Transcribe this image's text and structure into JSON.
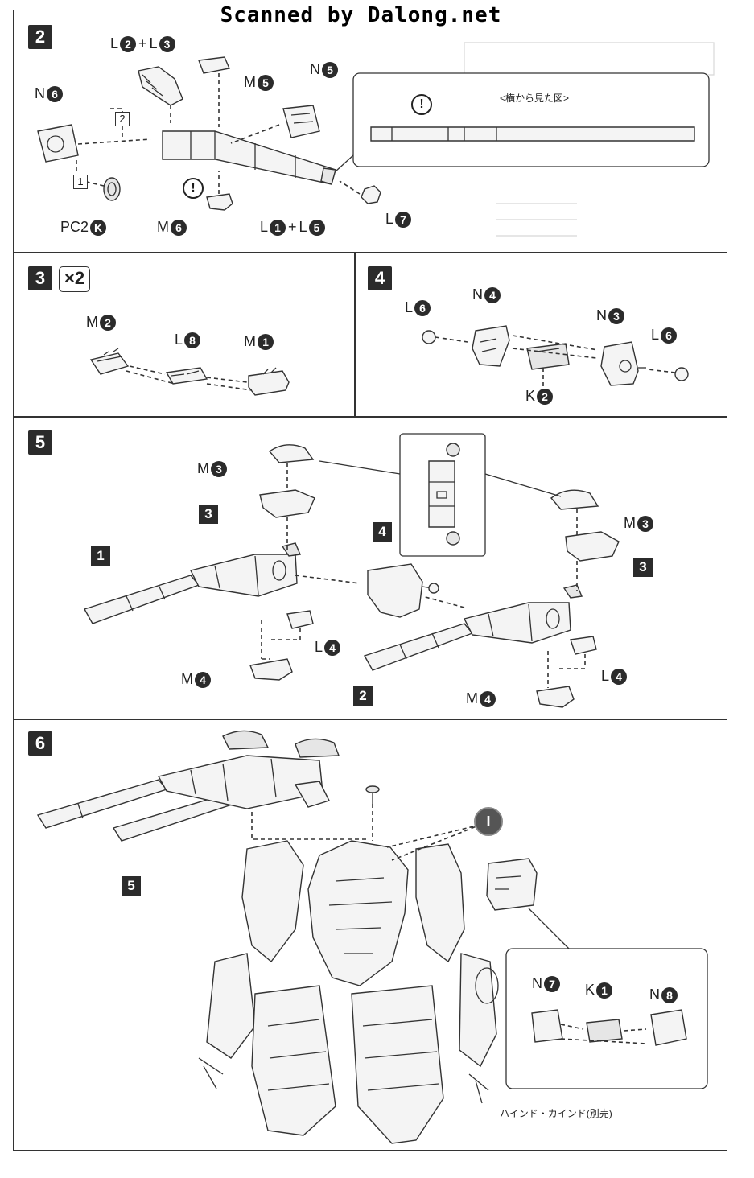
{
  "scan_title": "Scanned by Dalong.net",
  "steps": {
    "s2": {
      "number": "2",
      "labels": {
        "l2_l3": {
          "a": "L",
          "a_num": "2",
          "plus": "+",
          "b": "L",
          "b_num": "3"
        },
        "m5": {
          "a": "M",
          "a_num": "5"
        },
        "n5": {
          "a": "N",
          "a_num": "5"
        },
        "n6": {
          "a": "N",
          "a_num": "6"
        },
        "pc2k": {
          "a": "PC2",
          "a_num": "K"
        },
        "m6": {
          "a": "M",
          "a_num": "6"
        },
        "l1_l5": {
          "a": "L",
          "a_num": "1",
          "plus": "+",
          "b": "L",
          "b_num": "5"
        },
        "l7": {
          "a": "L",
          "a_num": "7"
        }
      },
      "seq1": "1",
      "seq2": "2",
      "warning": "!",
      "side_view_caption": "<横から見た図>"
    },
    "s3": {
      "number": "3",
      "multiplier": "×2",
      "labels": {
        "m2": {
          "a": "M",
          "a_num": "2"
        },
        "l8": {
          "a": "L",
          "a_num": "8"
        },
        "m1": {
          "a": "M",
          "a_num": "1"
        }
      }
    },
    "s4": {
      "number": "4",
      "labels": {
        "l6a": {
          "a": "L",
          "a_num": "6"
        },
        "n4": {
          "a": "N",
          "a_num": "4"
        },
        "n3": {
          "a": "N",
          "a_num": "3"
        },
        "l6b": {
          "a": "L",
          "a_num": "6"
        },
        "k2": {
          "a": "K",
          "a_num": "2"
        }
      }
    },
    "s5": {
      "number": "5",
      "labels": {
        "m3a": {
          "a": "M",
          "a_num": "3"
        },
        "m3b": {
          "a": "M",
          "a_num": "3"
        },
        "l4a": {
          "a": "L",
          "a_num": "4"
        },
        "l4b": {
          "a": "L",
          "a_num": "4"
        },
        "m4a": {
          "a": "M",
          "a_num": "4"
        },
        "m4b": {
          "a": "M",
          "a_num": "4"
        }
      },
      "refs": {
        "r1": "1",
        "r2": "2",
        "r3a": "3",
        "r3b": "3",
        "r4": "4"
      }
    },
    "s6": {
      "number": "6",
      "labels": {
        "n7": {
          "a": "N",
          "a_num": "7"
        },
        "k1": {
          "a": "K",
          "a_num": "1"
        },
        "n8": {
          "a": "N",
          "a_num": "8"
        }
      },
      "refs": {
        "r5": "5"
      },
      "badge": "I",
      "sold_separately": "ハインド・カインド(別売)"
    }
  }
}
